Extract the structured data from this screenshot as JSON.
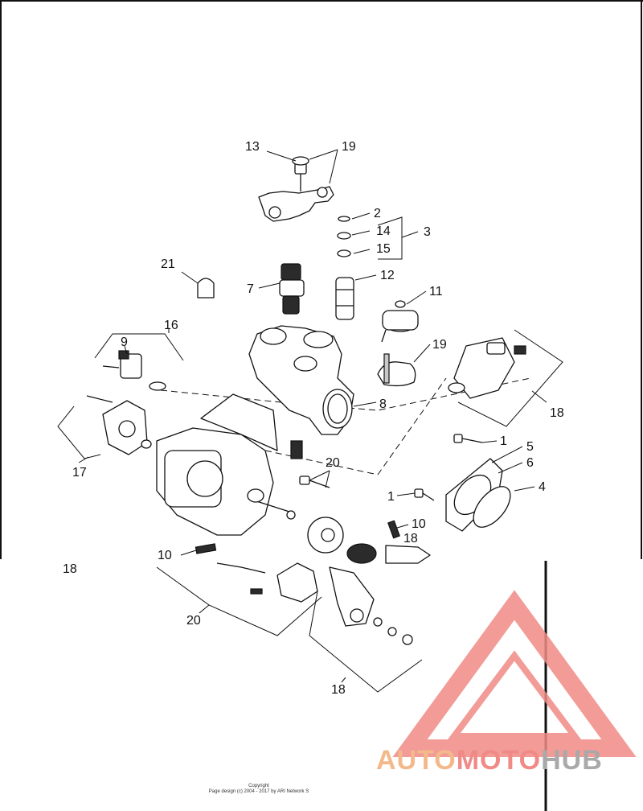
{
  "callouts": {
    "c13": "13",
    "c19a": "19",
    "c2": "2",
    "c14": "14",
    "c3": "3",
    "c15": "15",
    "c21": "21",
    "c12": "12",
    "c7": "7",
    "c11": "11",
    "c16": "16",
    "c9": "9",
    "c19b": "19",
    "c8": "8",
    "c18a": "18",
    "c17": "17",
    "c1a": "1",
    "c5": "5",
    "c6": "6",
    "c20a": "20",
    "c1b": "1",
    "c4": "4",
    "c10a": "10",
    "c18b": "18",
    "c10b": "10",
    "c18c": "18",
    "c20b": "20",
    "c18d": "18"
  },
  "footer": {
    "line1": "Copyright",
    "line2": "Page design (c) 2004 - 2017 by ARI Network S"
  },
  "watermark": {
    "part1": "AUTO",
    "part2": "MOTO",
    "part3": "HUB",
    "colors": {
      "triangle": "#f08a86",
      "auto": "#f4b98a",
      "moto": "#f08a86",
      "hub": "#a9a9a9"
    }
  }
}
